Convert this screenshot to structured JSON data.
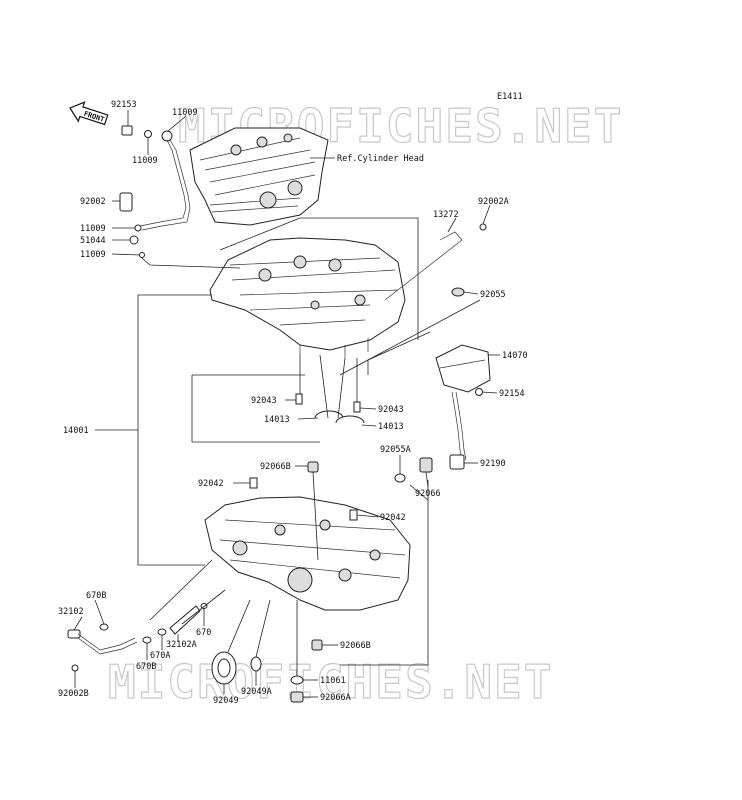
{
  "diagram": {
    "code": "E1411",
    "watermark": "MICROFICHES.NET",
    "front_label": "FRONT",
    "ref_label": "Ref.Cylinder Head",
    "parts": [
      {
        "id": "p92153",
        "label": "92153"
      },
      {
        "id": "p11009a",
        "label": "11009"
      },
      {
        "id": "p11009b",
        "label": "11009"
      },
      {
        "id": "p92002",
        "label": "92002"
      },
      {
        "id": "p11009c",
        "label": "11009"
      },
      {
        "id": "p51044",
        "label": "51044"
      },
      {
        "id": "p11009d",
        "label": "11009"
      },
      {
        "id": "p13272",
        "label": "13272"
      },
      {
        "id": "p92002A",
        "label": "92002A"
      },
      {
        "id": "p92055",
        "label": "92055"
      },
      {
        "id": "p14070",
        "label": "14070"
      },
      {
        "id": "p92154",
        "label": "92154"
      },
      {
        "id": "p92043a",
        "label": "92043"
      },
      {
        "id": "p92043b",
        "label": "92043"
      },
      {
        "id": "p14013a",
        "label": "14013"
      },
      {
        "id": "p14013b",
        "label": "14013"
      },
      {
        "id": "p14001",
        "label": "14001"
      },
      {
        "id": "p92055A",
        "label": "92055A"
      },
      {
        "id": "p92190",
        "label": "92190"
      },
      {
        "id": "p92066B",
        "label": "92066B"
      },
      {
        "id": "p92042a",
        "label": "92042"
      },
      {
        "id": "p92066",
        "label": "92066"
      },
      {
        "id": "p92042b",
        "label": "92042"
      },
      {
        "id": "p670B",
        "label": "670B"
      },
      {
        "id": "p32102",
        "label": "32102"
      },
      {
        "id": "p670",
        "label": "670"
      },
      {
        "id": "p32102A",
        "label": "32102A"
      },
      {
        "id": "p670A",
        "label": "670A"
      },
      {
        "id": "p670Bb",
        "label": "670B"
      },
      {
        "id": "p92066Bb",
        "label": "92066B"
      },
      {
        "id": "p92002B",
        "label": "92002B"
      },
      {
        "id": "p11061",
        "label": "11061"
      },
      {
        "id": "p92049",
        "label": "92049"
      },
      {
        "id": "p92049A",
        "label": "92049A"
      },
      {
        "id": "p92066A",
        "label": "92066A"
      }
    ]
  }
}
